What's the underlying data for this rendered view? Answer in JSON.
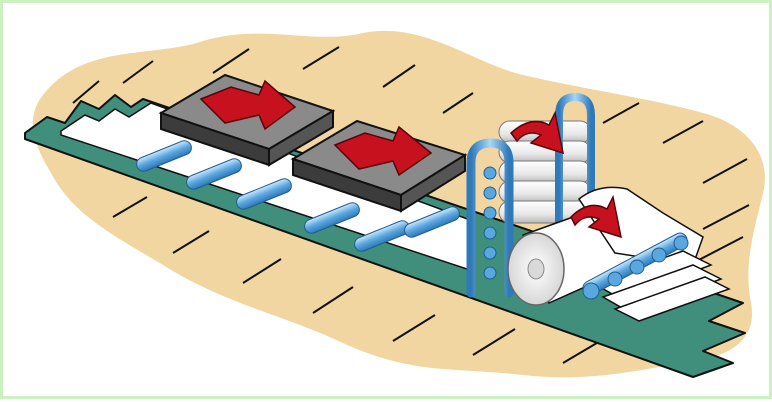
{
  "diagram": {
    "colors": {
      "frame_border": "#c9f2c0",
      "backdrop": "#f2d6a2",
      "conveyor": "#3f8f7c",
      "paper": "#ffffff",
      "press_top": "#8a8a8a",
      "press_side": "#3c3c3c",
      "arrow": "#c8111e",
      "roller": "#5aa7e0",
      "frame_pipe": "#4d9de0",
      "outline": "#111111"
    },
    "components": [
      "paper-web",
      "press-plate-1",
      "press-plate-2",
      "drying-cylinders",
      "finished-roll",
      "cut-sheets"
    ]
  }
}
